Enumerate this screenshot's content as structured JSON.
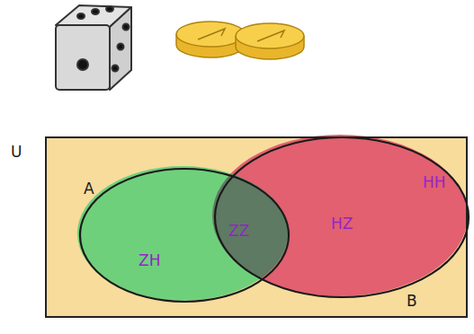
{
  "diagram": {
    "nodes": [
      {
        "text": [
          "U",
          "HH"
        ]
      },
      {
        "text": [
          "A",
          "ZH"
        ],
        "in": 0
      },
      {
        "text": [
          "HZ",
          "B"
        ],
        "in": 0
      }
    ],
    "labels": [
      "ZZ"
    ]
  }
}
